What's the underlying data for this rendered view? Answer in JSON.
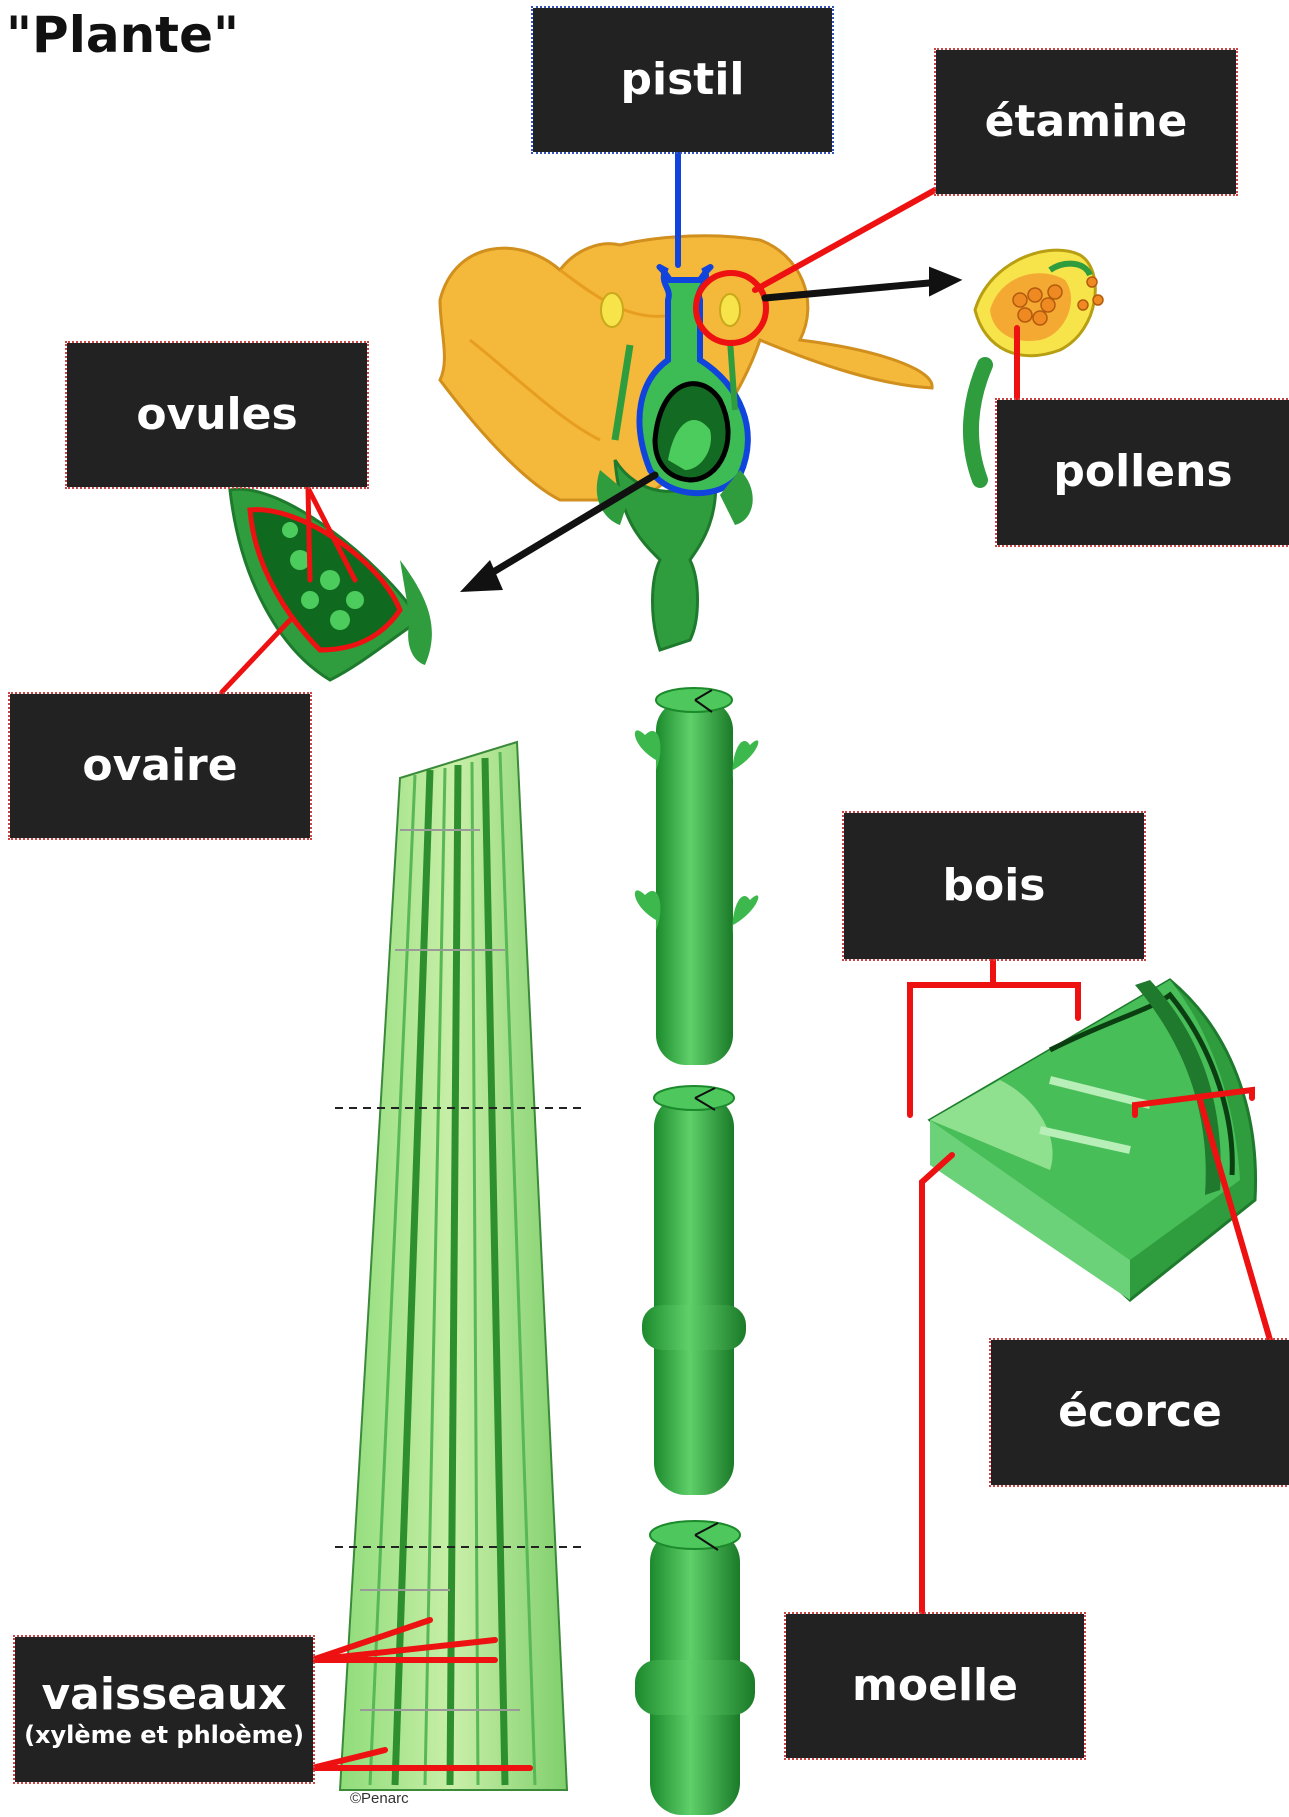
{
  "title": "\"Plante\"",
  "labels": {
    "pistil": "pistil",
    "etamine": "étamine",
    "pollens": "pollens",
    "ovules": "ovules",
    "ovaire": "ovaire",
    "bois": "bois",
    "ecorce": "écorce",
    "moelle": "moelle",
    "vaisseaux": "vaisseaux",
    "vaisseaux_sub": "(xylème et phloème)"
  },
  "credit": "©Penarc",
  "colors": {
    "label_bg": "#222222",
    "leader_line": "#ee1111",
    "pistil_line": "#1144dd",
    "petal": "#f2b632",
    "stem_green": "#33aa44"
  }
}
